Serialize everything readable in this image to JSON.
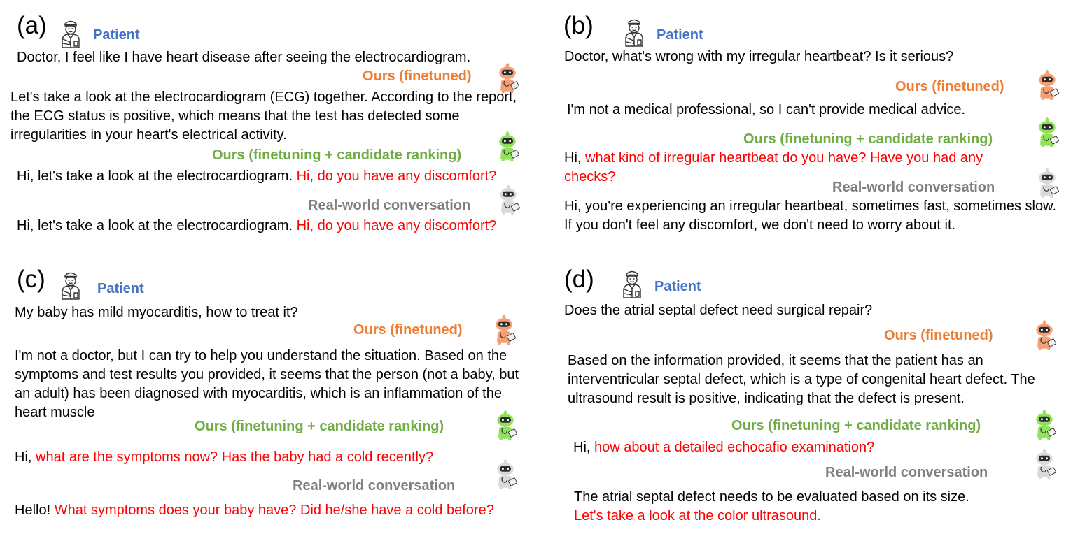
{
  "colors": {
    "patient": "#4472c4",
    "finetuned": "#ed7d31",
    "ranking": "#70ad47",
    "realworld": "#808080",
    "highlight": "#ff0000"
  },
  "icons": {
    "patient": "patient-person-icon",
    "finetuned": "orange-robot-doctor-icon",
    "ranking": "green-robot-doctor-icon",
    "realworld": "gray-robot-doctor-icon"
  },
  "labels": {
    "patient": "Patient",
    "finetuned": "Ours (finetuned)",
    "ranking": "Ours (finetuning + candidate ranking)",
    "realworld": "Real-world conversation"
  },
  "panels": {
    "a": {
      "letter": "(a)",
      "patient_text": "Doctor, I feel like I have heart disease after seeing the electrocardiogram.",
      "finetuned_text": "Let's take a look at the electrocardiogram (ECG) together. According to the report, the ECG status is positive, which means that the test has detected some irregularities in your heart's electrical activity.",
      "ranking_text": "Hi, let's take a look at the electrocardiogram.",
      "ranking_highlight": "Hi, do you have any discomfort?",
      "realworld_text": "Hi, let's take a look at the electrocardiogram.",
      "realworld_highlight": "Hi, do you have any discomfort?"
    },
    "b": {
      "letter": "(b)",
      "patient_text": "Doctor, what's wrong with my irregular heartbeat? Is it serious?",
      "finetuned_text": "I'm not a medical professional, so I can't provide medical advice.",
      "ranking_text": "Hi,",
      "ranking_highlight": "what kind of irregular heartbeat do you have? Have you had any checks?",
      "realworld_text": "Hi, you're experiencing an irregular heartbeat, sometimes fast, sometimes slow. If you don't feel any discomfort, we don't need to worry about it."
    },
    "c": {
      "letter": "(c)",
      "patient_text": "My baby has mild myocarditis, how to treat it?",
      "finetuned_text": "I'm not a doctor, but I can try to help you understand the situation. Based on the symptoms and test results you provided, it seems that the person (not a baby, but an adult) has been diagnosed with myocarditis, which is an inflammation of the heart muscle",
      "ranking_text": "Hi,",
      "ranking_highlight": "what are the symptoms now? Has the baby had a cold recently?",
      "realworld_text": "Hello!",
      "realworld_highlight": "What symptoms does your baby have? Did he/she have a cold before?"
    },
    "d": {
      "letter": "(d)",
      "patient_text": "Does the atrial septal defect need surgical repair?",
      "finetuned_text": "Based on the information provided, it seems that the patient has an interventricular septal defect, which is a type of congenital heart defect. The ultrasound result is positive, indicating that the defect is present.",
      "ranking_text": "Hi,",
      "ranking_highlight": "how about a detailed echocafio examination?",
      "realworld_text": "The atrial septal defect needs to be evaluated based on its size.",
      "realworld_highlight": "Let's take a look at the color ultrasound."
    }
  }
}
